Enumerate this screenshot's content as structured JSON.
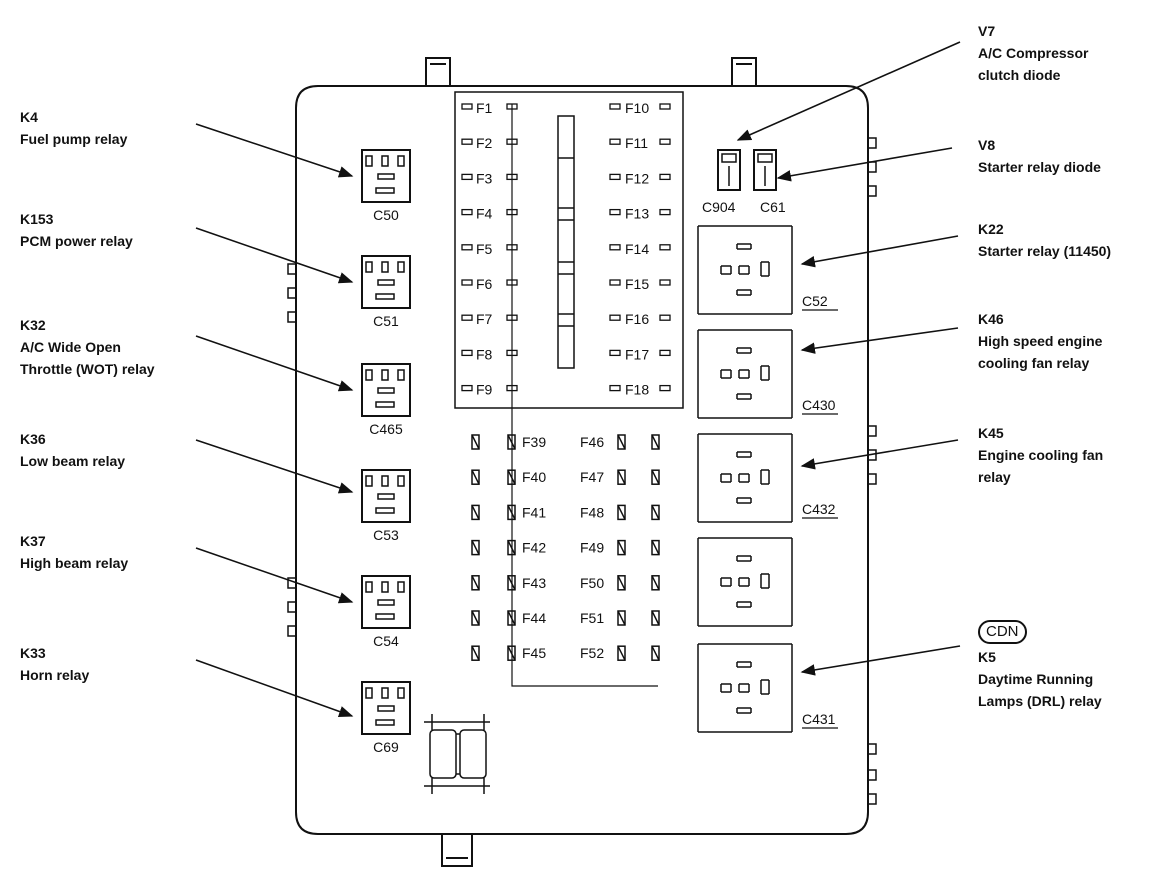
{
  "callouts": [
    {
      "code": "K4",
      "lines": [
        "Fuel pump relay"
      ],
      "target": "C50"
    },
    {
      "code": "K153",
      "lines": [
        "PCM power relay"
      ],
      "target": "C51"
    },
    {
      "code": "K32",
      "lines": [
        "A/C Wide Open",
        "Throttle (WOT) relay"
      ],
      "target": "C465"
    },
    {
      "code": "K36",
      "lines": [
        "Low beam relay"
      ],
      "target": "C53"
    },
    {
      "code": "K37",
      "lines": [
        "High beam relay"
      ],
      "target": "C54"
    },
    {
      "code": "K33",
      "lines": [
        "Horn relay"
      ],
      "target": "C69"
    },
    {
      "code": "V7",
      "lines": [
        "A/C Compressor",
        "clutch diode"
      ],
      "target": "C904"
    },
    {
      "code": "V8",
      "lines": [
        "Starter relay diode"
      ],
      "target": "C61"
    },
    {
      "code": "K22",
      "lines": [
        "Starter relay (11450)"
      ],
      "target": "C52"
    },
    {
      "code": "K46",
      "lines": [
        "High speed engine",
        "cooling fan relay"
      ],
      "target": "C430"
    },
    {
      "code": "K45",
      "lines": [
        "Engine cooling fan",
        "relay"
      ],
      "target": "C432"
    },
    {
      "code": "K5",
      "lines": [
        "Daytime Running",
        "Lamps (DRL) relay"
      ],
      "target": "C431",
      "badge": "CDN"
    }
  ],
  "left_relays": [
    "C50",
    "C51",
    "C465",
    "C53",
    "C54",
    "C69"
  ],
  "right_relays": [
    "C52",
    "C430",
    "C432",
    "",
    "C431"
  ],
  "diodes": [
    "C904",
    "C61"
  ],
  "fuses_left": [
    "F1",
    "F2",
    "F3",
    "F4",
    "F5",
    "F6",
    "F7",
    "F8",
    "F9"
  ],
  "fuses_right": [
    "F10",
    "F11",
    "F12",
    "F13",
    "F14",
    "F15",
    "F16",
    "F17",
    "F18"
  ],
  "maxi_left": [
    "F39",
    "F40",
    "F41",
    "F42",
    "F43",
    "F44",
    "F45"
  ],
  "maxi_right": [
    "F46",
    "F47",
    "F48",
    "F49",
    "F50",
    "F51",
    "F52"
  ],
  "colors": {
    "ink": "#111111",
    "background": "#ffffff"
  }
}
